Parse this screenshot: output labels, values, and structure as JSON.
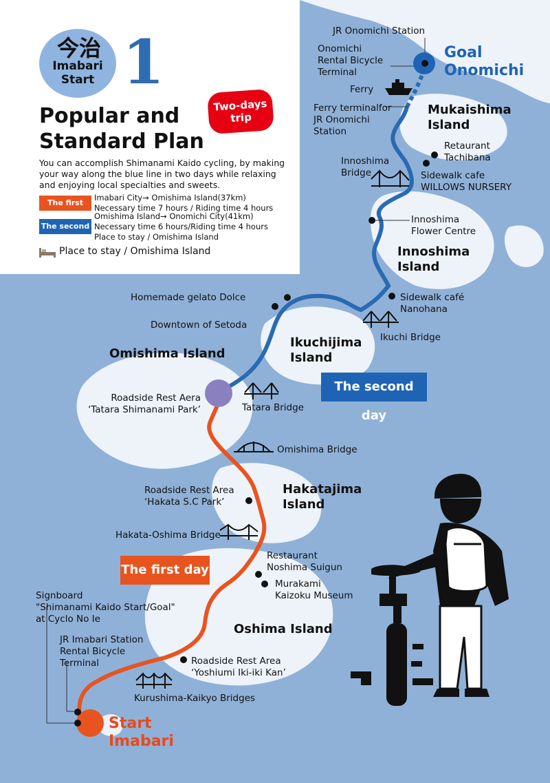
{
  "header": {
    "badge_kanji": "今治",
    "badge_text": "Imabari\nStart",
    "plan_number": "1",
    "trip_tag": "Two-days\ntrip",
    "title": "Popular and\nStandard Plan",
    "description": "You can accomplish Shimanami Kaido cycling, by making your way along the blue line in two days while relaxing and enjoying local specialties and sweets.",
    "first_day_tag": "The first day",
    "first_day_info": "Imabari City→ Omishima Island(37km)\nNecessary time 7 hours / Riding time 4 hours",
    "second_day_tag": "The second day",
    "second_day_info": "Omishima Island→ Onomichi City(41km)\nNecessary time 6 hours/Riding time 4 hours\nPlace to stay / Omishima Island",
    "stay_label": "Place to stay / Omishima Island"
  },
  "colors": {
    "sea": "#8fb1d8",
    "land": "#eef3fa",
    "first_day_route": "#e8541f",
    "second_day_route": "#2a6ab2",
    "first_day_tag": "#e8541f",
    "second_day_tag": "#1f64b4",
    "trip_tag": "#e60012",
    "goal_text": "#1f64b4",
    "start_text": "#e84a1c",
    "badge": "#8fb4e0",
    "stay_point": "#8a80c0"
  },
  "endpoints": {
    "goal": "Goal\nOnomichi",
    "start": "Start\nImabari"
  },
  "day_banners": {
    "first": "The first day",
    "second": "The second day"
  },
  "islands": {
    "mukaishima": "Mukaishima\nIsland",
    "innoshima": "Innoshima\nIsland",
    "ikuchijima": "Ikuchijima\nIsland",
    "omishima": "Omishima Island",
    "hakatajima": "Hakatajima\nIsland",
    "oshima": "Oshima Island"
  },
  "places": {
    "jr_onomichi": "JR Onomichi Station",
    "onomichi_rental": "Onomichi\nRental Bicycle\nTerminal",
    "ferry": "Ferry",
    "ferry_terminal": "Ferry terminalfor\nJR Onomichi\nStation",
    "tachibana": "Retaurant\nTachibana",
    "willows": "Sidewalk cafe\nWILLOWS NURSERY",
    "innoshima_flower": "Innoshima\nFlower Centre",
    "nanohana": "Sidewalk café\nNanohana",
    "dolce": "Homemade gelato Dolce",
    "setoda": "Downtown of Setoda",
    "tatara_park": "Roadside Rest Aera\n‘Tatara Shimanami Park’",
    "hakata_sc": "Roadside Rest Area\n‘Hakata S.C Park’",
    "noshima": "Restaurant\nNoshima Suigun",
    "murakami": "Murakami\nKaizoku Museum",
    "signboard": "Signboard\n\"Shimanami Kaido Start/Goal\"\nat Cyclo No Ie",
    "jr_imabari": "JR Imabari Station\nRental Bicycle\nTerminal",
    "yoshiumi": "Roadside Rest Area\n‘Yoshiumi Iki-iki Kan’"
  },
  "bridges": {
    "innoshima": "Innoshima\nBridge",
    "ikuchi": "Ikuchi Bridge",
    "tatara": "Tatara Bridge",
    "omishima": "Omishima Bridge",
    "hakata_oshima": "Hakata-Oshima Bridge",
    "kurushima": "Kurushima-Kaikyo Bridges"
  }
}
